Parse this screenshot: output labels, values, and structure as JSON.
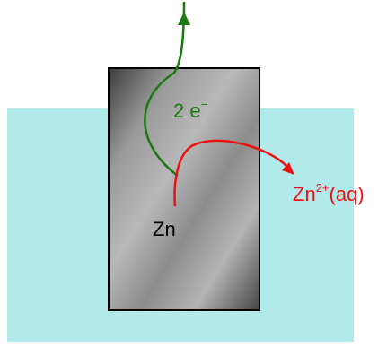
{
  "electron_label": {
    "coefficient": "2 e",
    "superscript": "−"
  },
  "ion_label": {
    "base": "Zn",
    "superscript": "2+",
    "state": "(aq)"
  },
  "electrode_label": "Zn",
  "colors": {
    "solution": "#b2eaec",
    "electron_path": "#1a7a10",
    "ion_path": "#ee1111",
    "electrode_border": "#000000",
    "electrode_dark": "#3c3c3c",
    "electrode_light": "#b4b4b4"
  }
}
